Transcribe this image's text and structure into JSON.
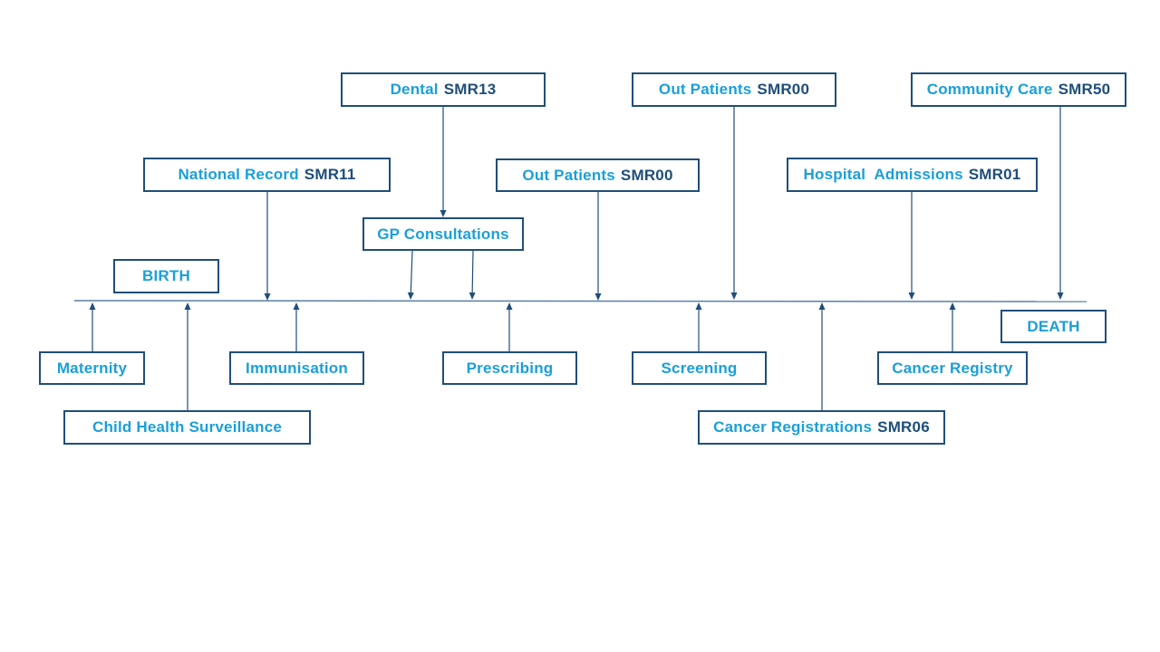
{
  "colors": {
    "label_text": "#1a9fd9",
    "code_text": "#1f4e79",
    "border": "#1f4e79",
    "timeline": "#5b7fa6",
    "arrows": "#1f4e79",
    "background": "#ffffff"
  },
  "boxes": {
    "dental": {
      "label": "Dental",
      "code": "SMR13"
    },
    "outpatients_top": {
      "label": "Out Patients",
      "code": "SMR00"
    },
    "community_care": {
      "label": "Community Care",
      "code": "SMR50"
    },
    "national_record": {
      "label": "National Record",
      "code": "SMR11"
    },
    "outpatients_mid": {
      "label": "Out Patients",
      "code": "SMR00"
    },
    "hospital_admissions": {
      "label": "Hospital  Admissions",
      "code": "SMR01"
    },
    "gp_consultations": {
      "label": "GP Consultations"
    },
    "birth": {
      "label": "BIRTH"
    },
    "death": {
      "label": "DEATH"
    },
    "maternity": {
      "label": "Maternity"
    },
    "immunisation": {
      "label": "Immunisation"
    },
    "prescribing": {
      "label": "Prescribing"
    },
    "screening": {
      "label": "Screening"
    },
    "cancer_registry": {
      "label": "Cancer Registry"
    },
    "child_health": {
      "label": "Child Health Surveillance"
    },
    "cancer_registrations": {
      "label": "Cancer Registrations",
      "code": "SMR06"
    }
  }
}
